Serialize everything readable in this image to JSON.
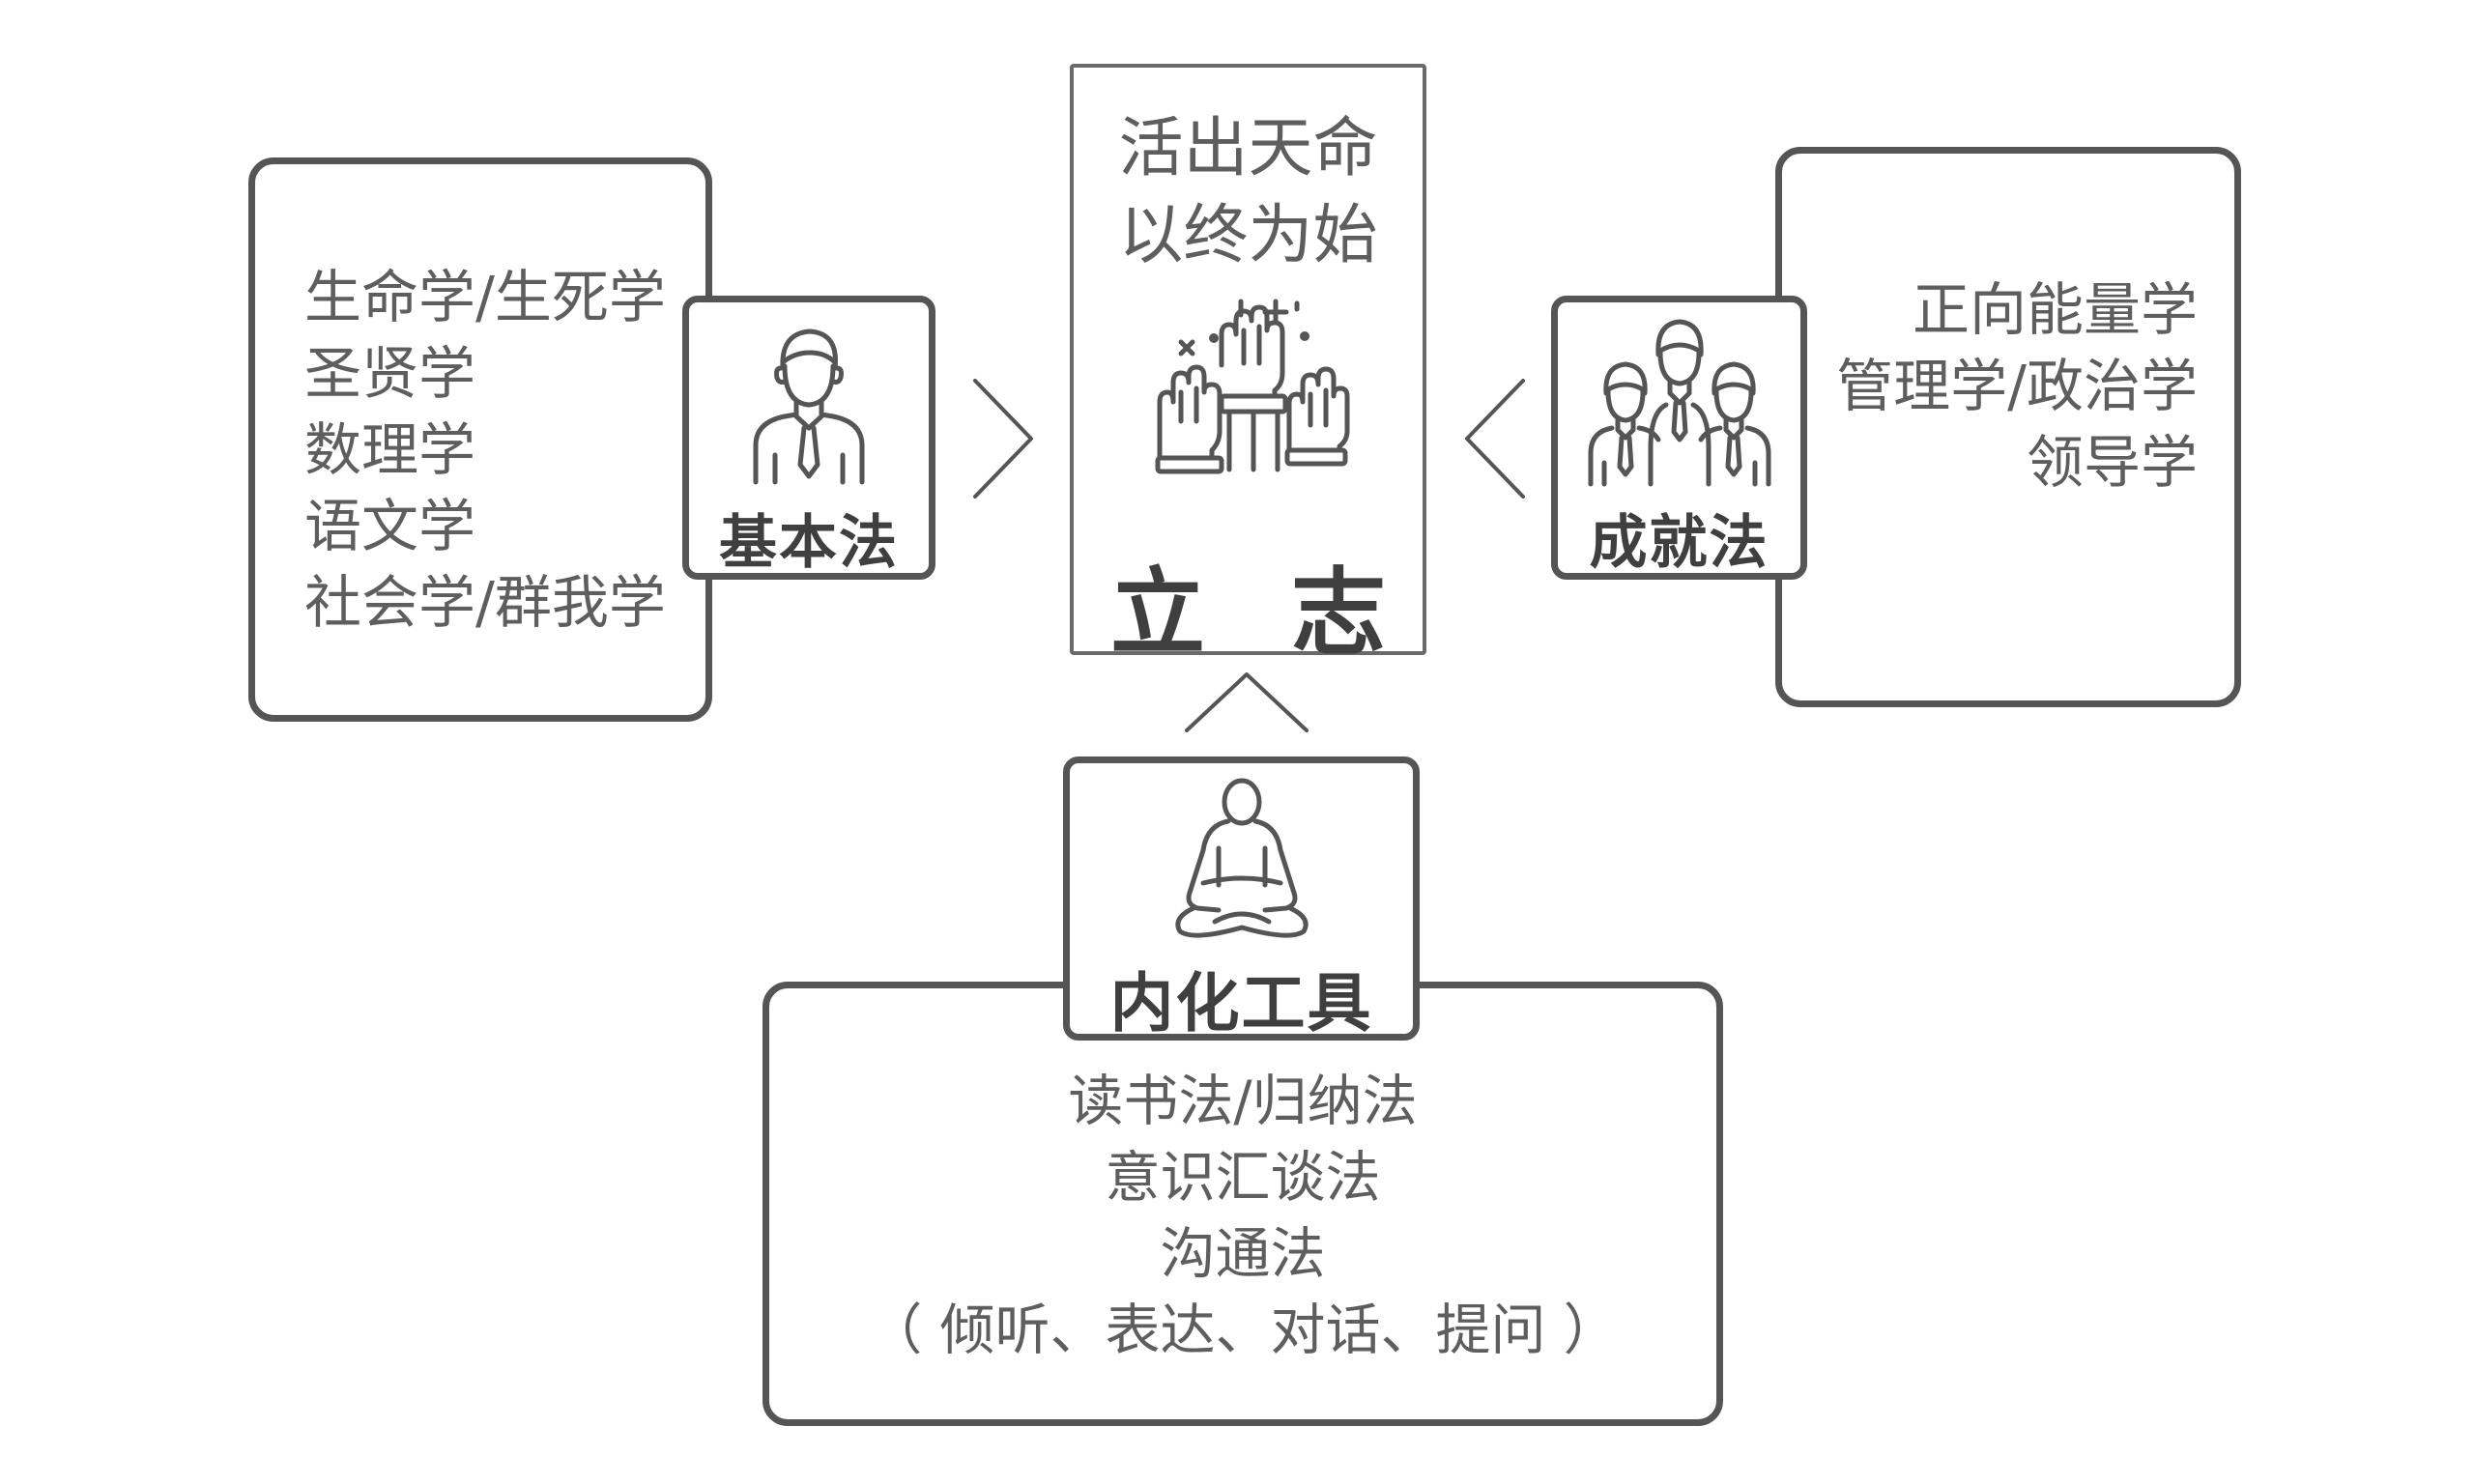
{
  "left_panel": {
    "items": [
      "生命学/生死学",
      "圣贤学",
      "数理学",
      "语文学",
      "社会学/群我学"
    ]
  },
  "center_panel": {
    "slogan": [
      "活出天命",
      "以终为始"
    ],
    "goal": [
      "立",
      "志"
    ]
  },
  "right_panel": {
    "items": [
      "正向能量学",
      "管理学/政治学",
      "领导学"
    ]
  },
  "bottom_panel": {
    "items": [
      "读书法/归纳法",
      "意识汇谈法",
      "沟通法",
      "（ 倾听、表达、对话、提问 ）"
    ]
  },
  "badges": {
    "basic": {
      "label": "基本法",
      "icon": "businessman-icon"
    },
    "achieve": {
      "label": "成就法",
      "icon": "team-icon"
    },
    "internal": {
      "label": "内化工具",
      "icon": "meditation-icon"
    }
  },
  "center_icon": "raised-hands-icon",
  "colors": {
    "stroke": "#555555",
    "text": "#5e5e5e",
    "label": "#3f3f3f"
  }
}
